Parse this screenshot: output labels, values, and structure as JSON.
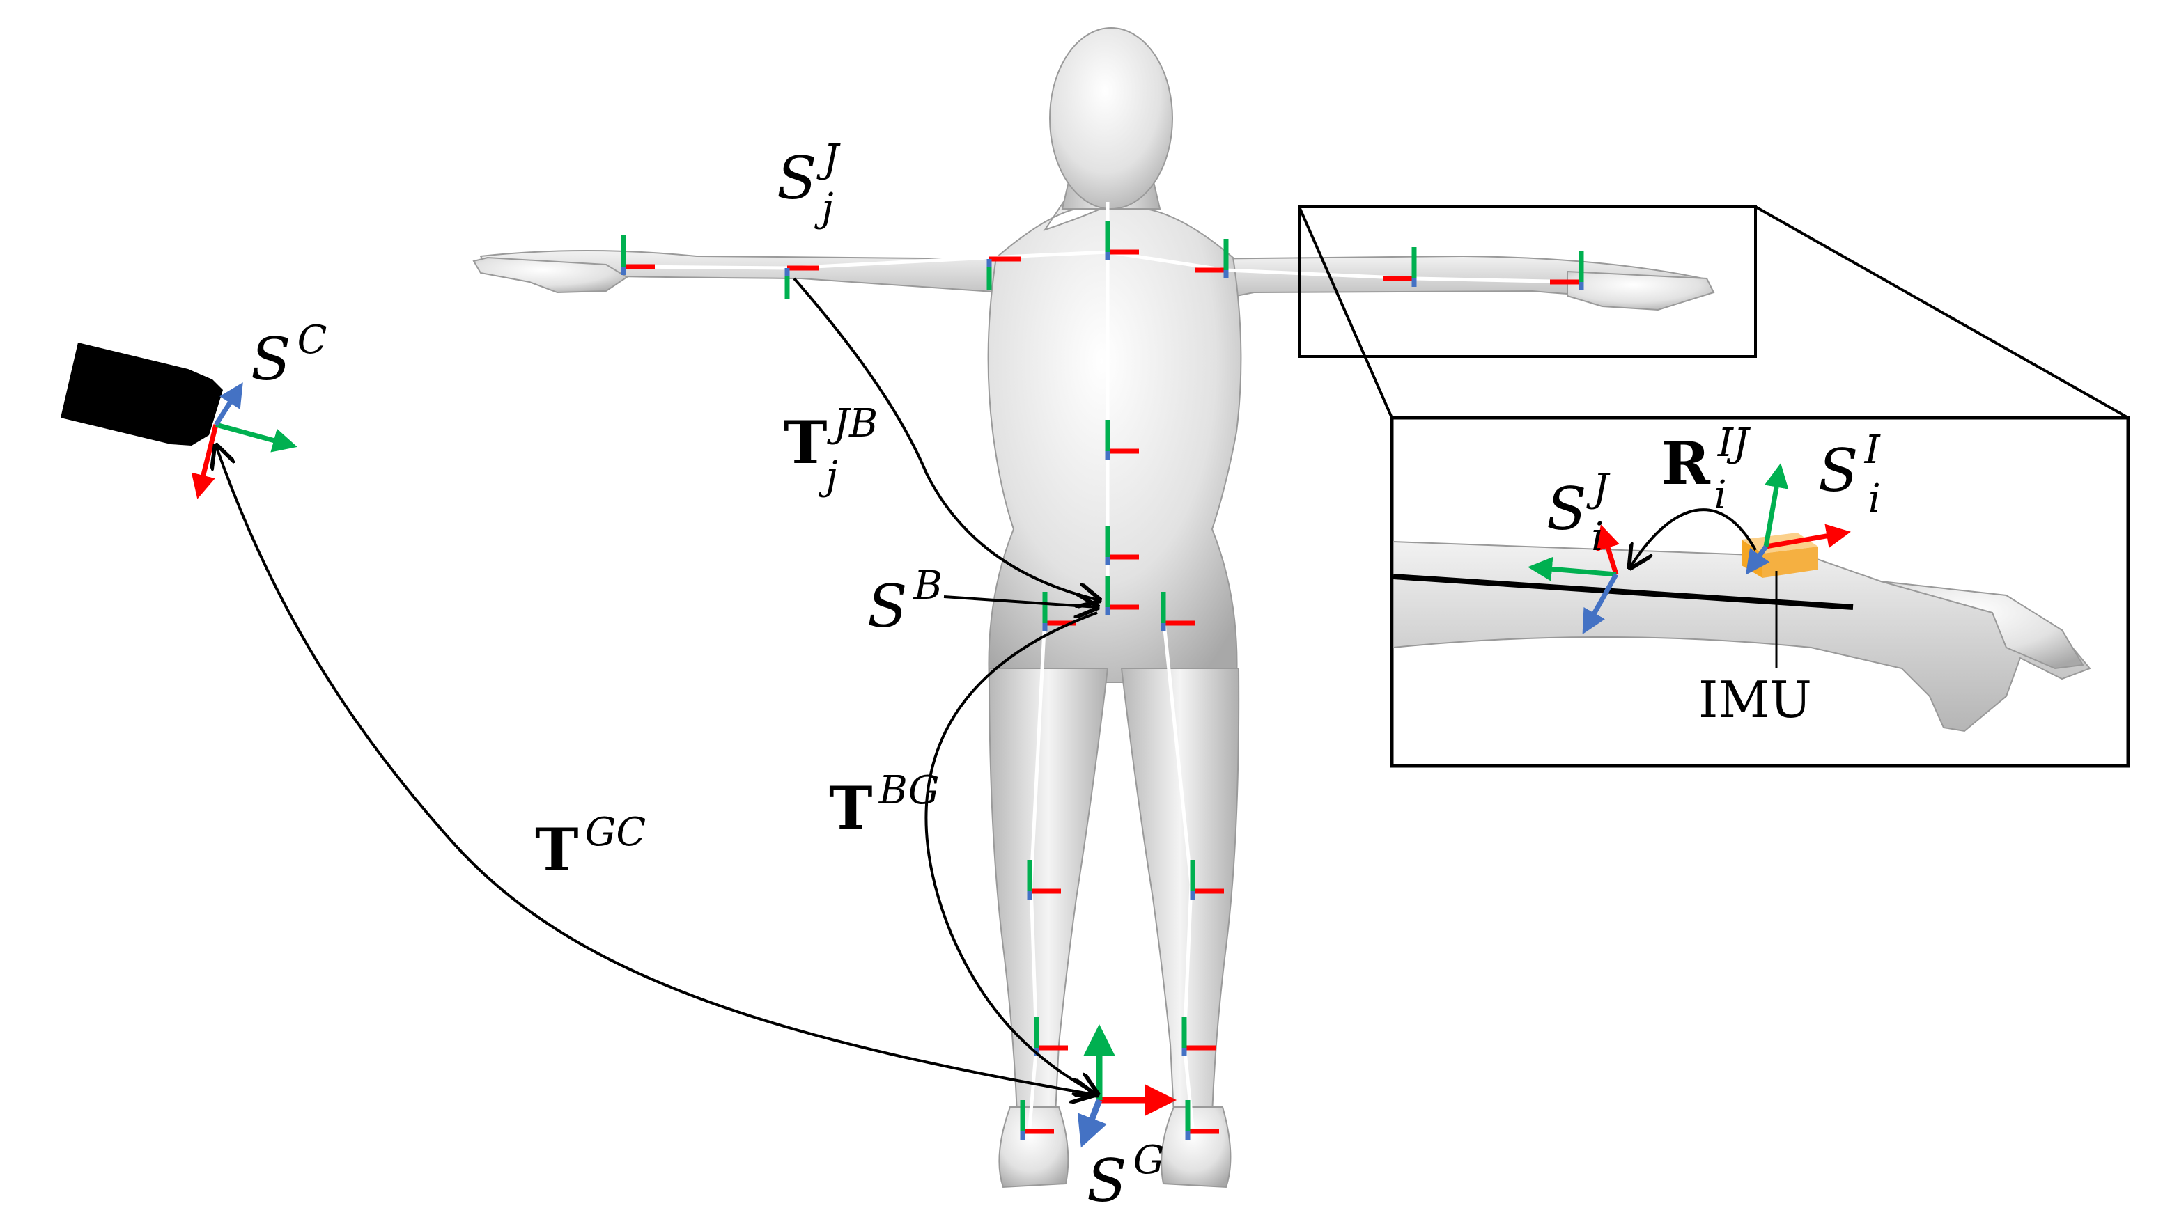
{
  "labels": {
    "sj": {
      "base": "S",
      "sup": "J",
      "sub": "j"
    },
    "sc": {
      "base": "S",
      "sup": "C"
    },
    "tjb": {
      "base": "T",
      "sup": "JB",
      "sub": "j"
    },
    "sb": {
      "base": "S",
      "sup": "B"
    },
    "tbg": {
      "base": "T",
      "sup": "BG"
    },
    "tgc": {
      "base": "T",
      "sup": "GC"
    },
    "sg": {
      "base": "S",
      "sup": "G"
    },
    "rij": {
      "base": "R",
      "sup": "IJ",
      "sub": "i"
    },
    "sji": {
      "base": "S",
      "sup": "J",
      "sub": "i"
    },
    "sii": {
      "base": "S",
      "sup": "I",
      "sub": "i"
    },
    "imu": "IMU"
  },
  "colors": {
    "x_axis": "#ff0000",
    "y_axis": "#00b050",
    "z_axis": "#4472c4",
    "imu_box": "#f5b041",
    "body": "#e6e6e6",
    "camera": "#000000"
  }
}
